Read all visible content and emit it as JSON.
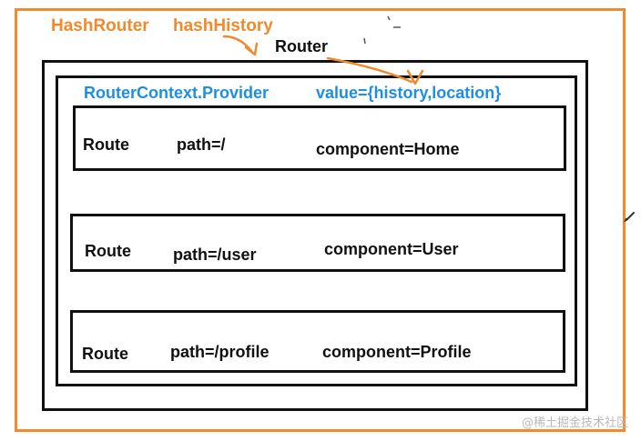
{
  "labels": {
    "hash_router": "HashRouter",
    "hash_history": "hashHistory",
    "router": "Router",
    "provider": "RouterContext.Provider",
    "provider_value": "value={history,location}"
  },
  "routes": [
    {
      "route": "Route",
      "path": "path=/",
      "component": "component=Home"
    },
    {
      "route": "Route",
      "path": "path=/user",
      "component": "component=User"
    },
    {
      "route": "Route",
      "path": "path=/profile",
      "component": "component=Profile"
    }
  ],
  "watermark": "@稀土掘金技术社区",
  "colors": {
    "orange": "#f08a2c",
    "blue": "#1e8fe0",
    "border": "#111111"
  },
  "icons": [
    "pencil-icon"
  ]
}
